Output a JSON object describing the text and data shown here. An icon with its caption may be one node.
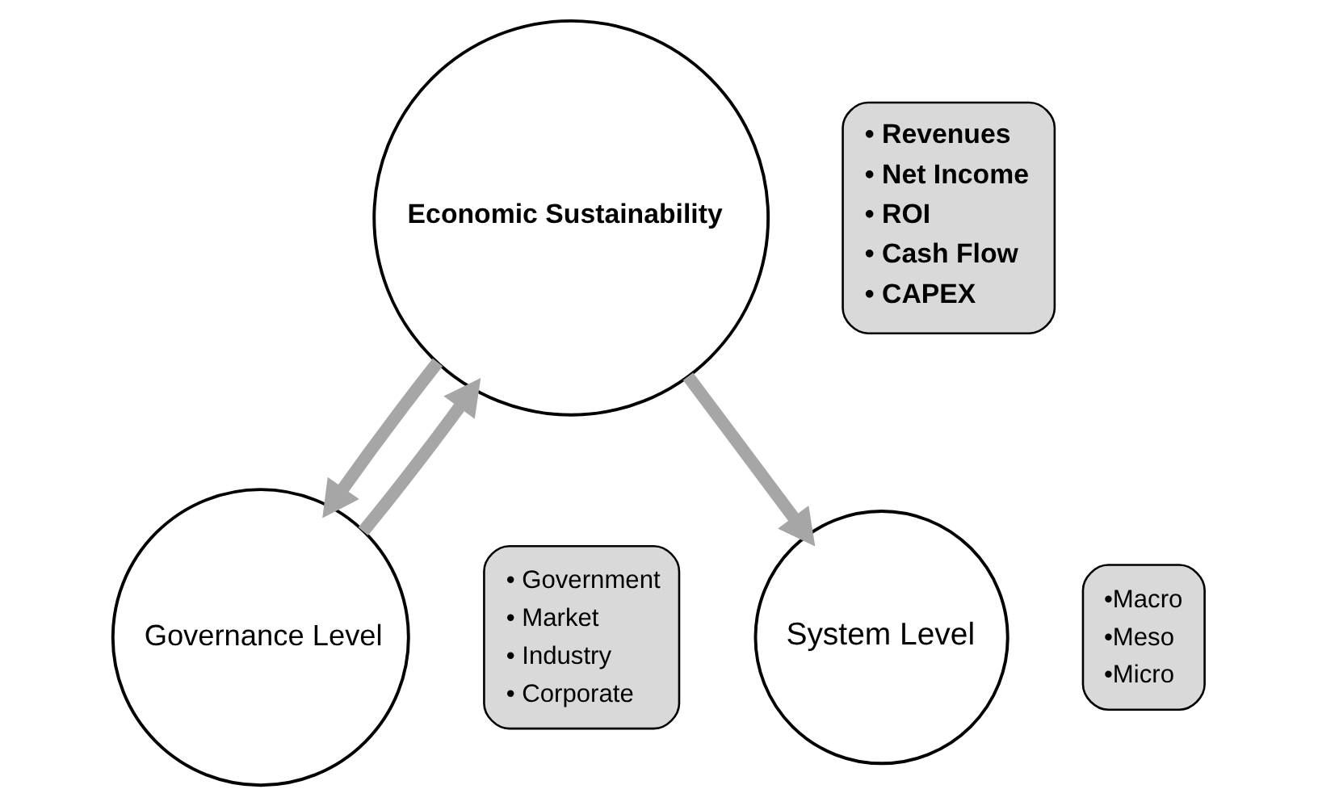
{
  "diagram": {
    "nodes": [
      {
        "text": [
          "Economic Sustainability"
        ]
      },
      {
        "text": [
          "• Revenues",
          "• Net Income",
          "• ROI",
          "• Cash Flow",
          "• CAPEX"
        ]
      },
      {
        "text": [
          "Governance Level"
        ]
      },
      {
        "text": [
          "• Government",
          "• Market",
          "• Industry",
          "• Corporate"
        ]
      },
      {
        "text": [
          "System Level"
        ]
      },
      {
        "text": [
          "•Macro",
          "•Meso",
          "•Micro"
        ]
      }
    ],
    "edges": [
      {
        "from": 2,
        "to": 0,
        "arrow": "to"
      },
      {
        "from": 0,
        "to": 2,
        "arrow": "to"
      },
      {
        "from": 0,
        "to": 4,
        "arrow": "to"
      }
    ]
  }
}
